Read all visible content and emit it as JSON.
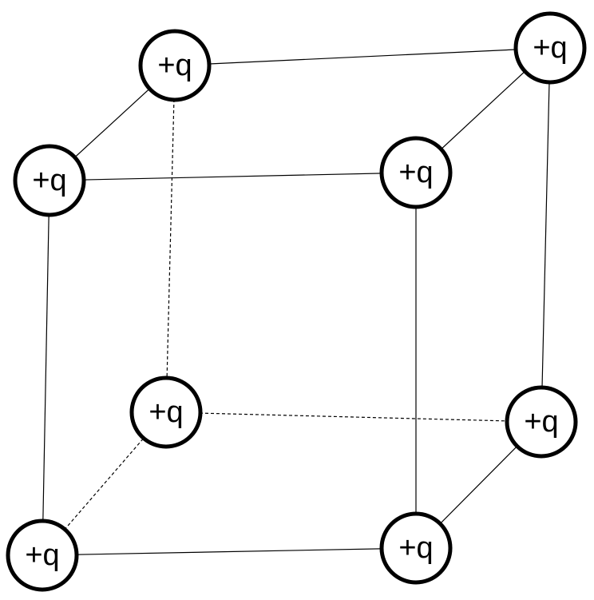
{
  "diagram": {
    "charges": [
      {
        "id": "front-top-left",
        "label": "+q"
      },
      {
        "id": "front-top-right",
        "label": "+q"
      },
      {
        "id": "front-bottom-left",
        "label": "+q"
      },
      {
        "id": "front-bottom-right",
        "label": "+q"
      },
      {
        "id": "back-top-left",
        "label": "+q"
      },
      {
        "id": "back-top-right",
        "label": "+q"
      },
      {
        "id": "back-bottom-left",
        "label": "+q"
      },
      {
        "id": "back-bottom-right",
        "label": "+q"
      }
    ],
    "colors": {
      "stroke": "#000000",
      "background": "#ffffff"
    }
  }
}
